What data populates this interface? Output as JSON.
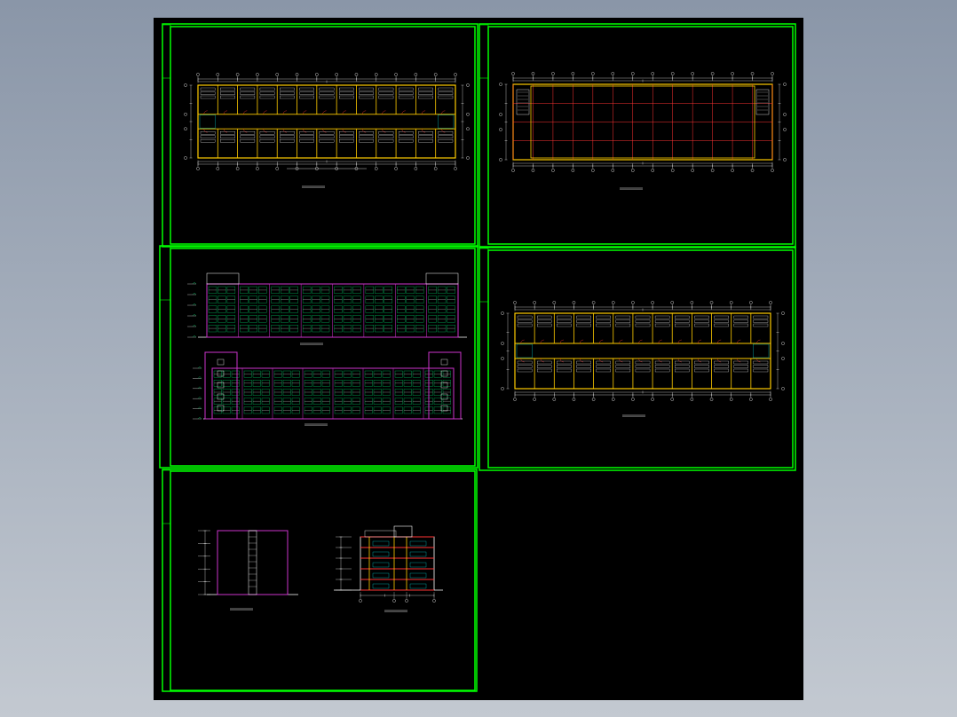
{
  "viewer": {
    "background_top": "#8a96a8",
    "background_bottom": "#c3c9d1",
    "sheet_color": "#000000"
  },
  "colors": {
    "frame": "#00ff00",
    "wall": "#ffcc00",
    "grid_axis": "#ff3333",
    "outline": "#cc33cc",
    "window": "#00cc66",
    "dimension": "#ffffff",
    "cyan": "#00ffff"
  },
  "drawing": {
    "panels": [
      {
        "id": "panel-floor-plan-upper",
        "kind": "floor-plan"
      },
      {
        "id": "panel-roof-plan",
        "kind": "roof-plan"
      },
      {
        "id": "panel-elevations",
        "kind": "elevations"
      },
      {
        "id": "panel-floor-plan-ground",
        "kind": "floor-plan"
      },
      {
        "id": "panel-side-and-section",
        "kind": "side-elevation-and-section"
      }
    ],
    "grid_bays": 13,
    "storeys": 5
  }
}
